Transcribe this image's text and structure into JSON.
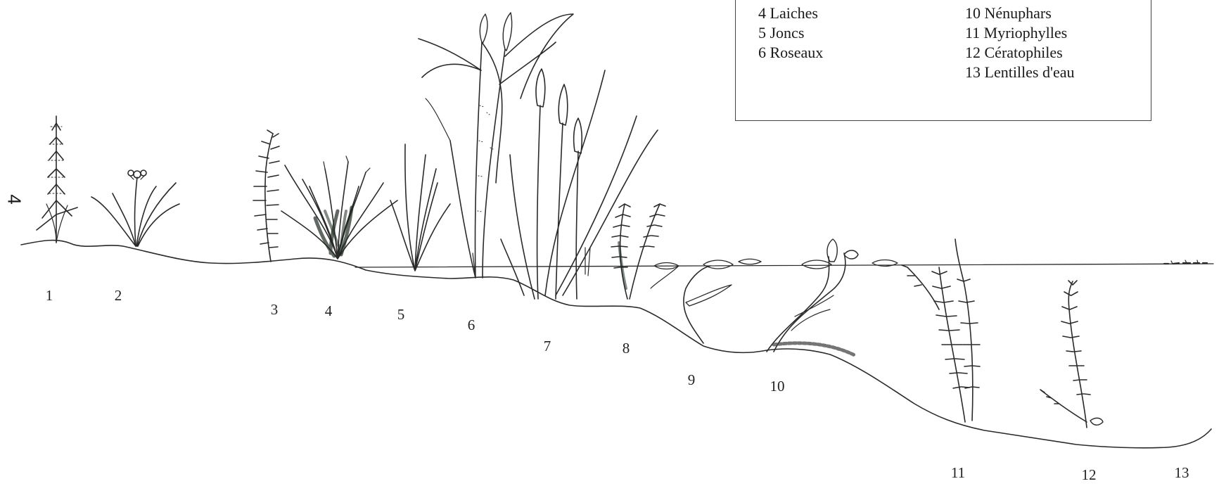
{
  "legend": {
    "left": [
      "4 Laiches",
      "5 Joncs",
      "6 Roseaux"
    ],
    "right": [
      "10 Nénuphars",
      "11 Myriophylles",
      "12 Cératophiles",
      "13 Lentilles d'eau"
    ]
  },
  "page_mark": "4",
  "zone_numbers": [
    "1",
    "2",
    "3",
    "4",
    "5",
    "6",
    "7",
    "8",
    "9",
    "10",
    "11",
    "12",
    "13"
  ],
  "colors": {
    "ink": "#2a2a2a",
    "dark_foliage": "#1e2a20",
    "paper": "#ffffff"
  }
}
